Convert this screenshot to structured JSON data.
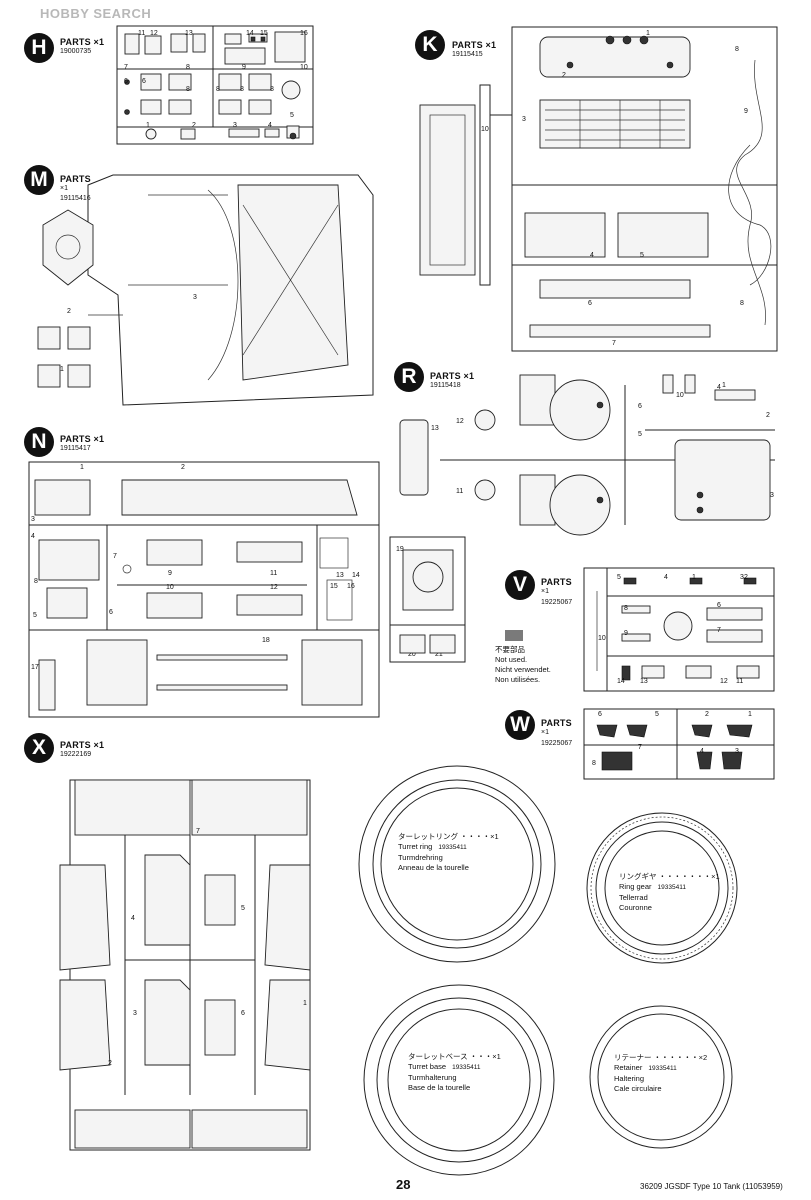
{
  "watermark": "HOBBY SEARCH",
  "sheets": [
    {
      "key": "H",
      "letter": "H",
      "title": "PARTS ×1",
      "code": "19000735"
    },
    {
      "key": "K",
      "letter": "K",
      "title": "PARTS ×1",
      "code": "19115415"
    },
    {
      "key": "M",
      "letter": "M",
      "title": "PARTS",
      "qty": "×1",
      "code": "19115416"
    },
    {
      "key": "R",
      "letter": "R",
      "title": "PARTS ×1",
      "code": "19115418"
    },
    {
      "key": "N",
      "letter": "N",
      "title": "PARTS ×1",
      "code": "19115417"
    },
    {
      "key": "V",
      "letter": "V",
      "title": "PARTS",
      "qty": "×1",
      "code": "19225067"
    },
    {
      "key": "W",
      "letter": "W",
      "title": "PARTS",
      "qty": "×1",
      "code": "19225067"
    },
    {
      "key": "X",
      "letter": "X",
      "title": "PARTS ×1",
      "code": "19222169"
    }
  ],
  "not_used": [
    "不要部品",
    "Not used.",
    "Nicht verwendet.",
    "Non utilisées."
  ],
  "rings": [
    {
      "jp": "ターレットリング ・・・・×1",
      "en": "Turret ring",
      "num": "19335411",
      "de": "Turmdrehring",
      "fr": "Anneau de la tourelle"
    },
    {
      "jp": "リングギヤ ・・・・・・・×1",
      "en": "Ring gear",
      "num": "19335411",
      "de": "Tellerrad",
      "fr": "Couronne"
    },
    {
      "jp": "ターレットベース ・・・×1",
      "en": "Turret base",
      "num": "19335411",
      "de": "Turmhalterung",
      "fr": "Base de la tourelle"
    },
    {
      "jp": "リテーナー ・・・・・・×2",
      "en": "Retainer",
      "num": "19335411",
      "de": "Haltering",
      "fr": "Cale circulaire"
    }
  ],
  "part_numbers": {
    "H": [
      "11",
      "12",
      "13",
      "14",
      "15",
      "16",
      "7",
      "8",
      "9",
      "10",
      "6",
      "6",
      "8",
      "8",
      "8",
      "8",
      "1",
      "2",
      "3",
      "4",
      "5"
    ],
    "K": [
      "1",
      "2",
      "3",
      "4",
      "5",
      "6",
      "7",
      "8",
      "8",
      "9",
      "10"
    ],
    "M": [
      "1",
      "2",
      "3"
    ],
    "R": [
      "1",
      "2",
      "3",
      "4",
      "5",
      "6",
      "10",
      "11",
      "12",
      "13"
    ],
    "N": [
      "1",
      "2",
      "3",
      "4",
      "5",
      "6",
      "7",
      "8",
      "9",
      "10",
      "11",
      "12",
      "13",
      "14",
      "15",
      "16",
      "17",
      "18",
      "19",
      "20",
      "21"
    ],
    "V": [
      "1",
      "2",
      "3",
      "4",
      "5",
      "6",
      "7",
      "8",
      "9",
      "10",
      "11",
      "12",
      "13",
      "14"
    ],
    "W": [
      "1",
      "2",
      "3",
      "4",
      "5",
      "6",
      "7",
      "8"
    ],
    "X": [
      "1",
      "2",
      "3",
      "4",
      "5",
      "6",
      "7"
    ]
  },
  "page_number": "28",
  "footer": "36209  JGSDF Type 10 Tank (11053959)"
}
